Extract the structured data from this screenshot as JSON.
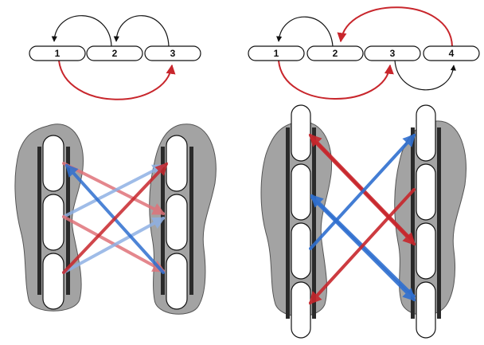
{
  "colors": {
    "red": "#c8262c",
    "red_light": "#e0737a",
    "blue": "#2f6fd0",
    "blue_light": "#8fb1e4",
    "dark": "#111111",
    "footprint": "#a3a3a3",
    "wheel": "#ffffff"
  },
  "panels": [
    {
      "id": "three-wheel",
      "labels": [
        "1",
        "2",
        "3"
      ],
      "sequence_arcs": [
        {
          "from": "2",
          "to": "1",
          "side": "top",
          "color": "dark"
        },
        {
          "from": "3",
          "to": "2",
          "side": "top",
          "color": "dark"
        },
        {
          "from": "1",
          "to": "3",
          "side": "bottom",
          "color": "red"
        }
      ]
    },
    {
      "id": "four-wheel",
      "labels": [
        "1",
        "2",
        "3",
        "4"
      ],
      "sequence_arcs": [
        {
          "from": "2",
          "to": "1",
          "side": "top",
          "color": "dark"
        },
        {
          "from": "4",
          "to": "2",
          "side": "top",
          "color": "red"
        },
        {
          "from": "1",
          "to": "3",
          "side": "bottom",
          "color": "red"
        },
        {
          "from": "3",
          "to": "4",
          "side": "bottom",
          "color": "dark"
        }
      ]
    }
  ]
}
